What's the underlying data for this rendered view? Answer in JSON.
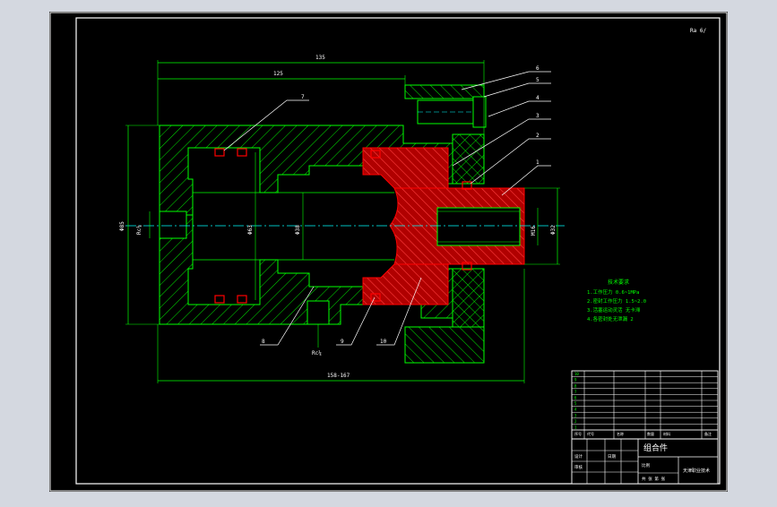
{
  "colors": {
    "outer_background": "#d4d8e0",
    "sheet": "#000000",
    "frame": "#ffffff",
    "outline": "#00ff00",
    "hatch": "#00ff00",
    "section_fill": "#ff0000",
    "seal": "#ff0000",
    "text_white": "#ffffff",
    "text_green": "#00ff00",
    "leader": "#ffffff",
    "centerline": "#00ffff"
  },
  "corner_note": "Ra 6/",
  "dimensions": {
    "overall_length": "135",
    "inner_length": "125",
    "stroke_length": "158-167",
    "outer_diameter": "Φ85",
    "bore_diameter": "Φ63",
    "rod_diameter": "Φ38",
    "rod_end_thread": "M16",
    "rod_end_diameter": "Φ32",
    "port_thread_end": "Rc¼",
    "port_thread_bottom": "Rc¼"
  },
  "balloons": [
    "1",
    "2",
    "3",
    "4",
    "5",
    "6",
    "7",
    "8",
    "9",
    "10"
  ],
  "tech_requirements": {
    "title": "技术要求",
    "items": [
      "1.工作压力 0.6~1MPa",
      "2.密封工作压力 1.5~2.0",
      "3.活塞运动灵活 无卡滞",
      "4.各密封处无泄漏 2"
    ]
  },
  "parts_list": {
    "rows": [
      {
        "no": "10",
        "code": "",
        "name": "",
        "qty": "",
        "material": "",
        "note": ""
      },
      {
        "no": "9",
        "code": "",
        "name": "",
        "qty": "",
        "material": "",
        "note": ""
      },
      {
        "no": "8",
        "code": "",
        "name": "",
        "qty": "",
        "material": "",
        "note": ""
      },
      {
        "no": "7",
        "code": "",
        "name": "",
        "qty": "",
        "material": "",
        "note": ""
      },
      {
        "no": "6",
        "code": "",
        "name": "",
        "qty": "",
        "material": "",
        "note": ""
      },
      {
        "no": "5",
        "code": "",
        "name": "",
        "qty": "",
        "material": "",
        "note": ""
      },
      {
        "no": "4",
        "code": "",
        "name": "",
        "qty": "",
        "material": "",
        "note": ""
      },
      {
        "no": "3",
        "code": "",
        "name": "",
        "qty": "",
        "material": "",
        "note": ""
      },
      {
        "no": "2",
        "code": "",
        "name": "",
        "qty": "",
        "material": "",
        "note": ""
      },
      {
        "no": "1",
        "code": "",
        "name": "",
        "qty": "",
        "material": "",
        "note": ""
      }
    ],
    "header": [
      "序号",
      "代号",
      "名称",
      "数量",
      "材料",
      "备注"
    ]
  },
  "title_block": {
    "drawing_title": "组合件",
    "school": "天津职业技术",
    "scale_label": "比例",
    "sheet_label": "共 张 第 张",
    "designer_label": "设计",
    "checker_label": "审核",
    "date_label": "日期"
  }
}
